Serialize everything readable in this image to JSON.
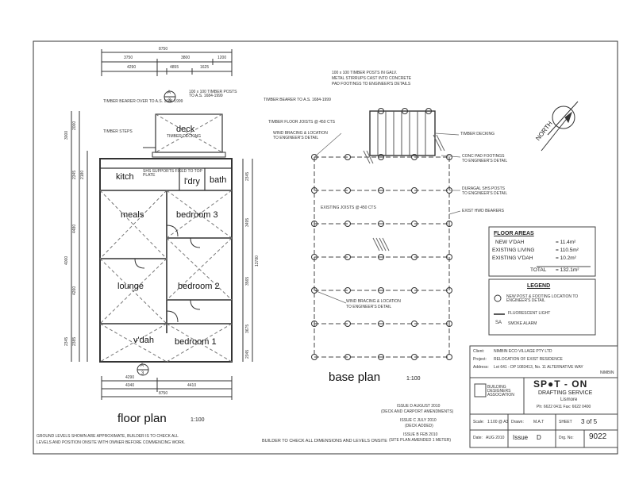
{
  "floor_plan": {
    "title": "floor plan",
    "scale": "1:100",
    "rooms": {
      "deck": "deck",
      "kitch": "kitch",
      "ldry": "l'dry",
      "bath": "bath",
      "meals": "meals",
      "bedroom3": "bedroom 3",
      "lounge": "lounge",
      "bedroom2": "bedroom 2",
      "vdah": "v'dah",
      "bedroom1": "bedroom 1"
    },
    "top_dims": {
      "overall": "8750",
      "a": "3750",
      "b": "3800",
      "c": "1200",
      "d": "4290",
      "e": "4855",
      "f": "1625"
    },
    "bottom_dims": {
      "a": "4290",
      "b": "4340",
      "c": "4410",
      "overall": "8750"
    },
    "left_dims": [
      "3000",
      "2000",
      "2345",
      "2180",
      "4480",
      "4000",
      "4260",
      "2345",
      "2385"
    ],
    "right_dims": [
      "2345",
      "3495",
      "13780",
      "3565",
      "3675",
      "2345"
    ],
    "section_marker": {
      "letter": "A",
      "num": "3"
    },
    "annotations": {
      "timber_bearer": "TIMBER BEARER OVER TO A.S. 1684-1999",
      "posts": "100 x 100 TIMBER POSTS TO A.S. 1684-1999",
      "timber_steps": "TIMBER STEPS",
      "timber_decking": "TIMBER DECKING",
      "shs_supports": "SHS SUPPORTS FIXED TO TOP PLATE",
      "footnote1": "GROUND LEVELS SHOWN ARE APPROXIMATE, BUILDER IS TO CHECK ALL",
      "footnote2": "LEVELS AND POSITION ONSITE WITH OWNER BEFORE COMMENCING WORK."
    }
  },
  "base_plan": {
    "title": "base plan",
    "scale": "1:100",
    "annotations": {
      "posts_galv": "100 x 100 TIMBER POSTS IN GALV.",
      "stirrups": "METAL STIRRUPS CAST INTO CONCRETE",
      "pad_footings": "PAD FOOTINGS TO ENGINEER'S DETAILS",
      "bearer": "TIMBER BEARER TO A.S. 1684-1999",
      "floor_joists": "TIMBER FLOOR JOISTS @ 450 CTS",
      "wind_bracing": "WIND BRACING & LOCATION",
      "to_engineer": "TO ENGINEER'S DETAIL",
      "timber_decking": "TIMBER DECKING",
      "conc_pad": "CONC PAD FOOTINGS",
      "conc_pad2": "TO ENGINEER'S DETAIL",
      "duragal": "DURAGAL SHS POSTS",
      "duragal2": "TO ENGINEER'S DETAIL",
      "existing_joists": "EXISTING JOISTS @ 450 CTS",
      "exist_bearers": "EXIST HWD BEARERS"
    }
  },
  "north_label": "NORTH",
  "floor_areas": {
    "heading": "FLOOR AREAS",
    "rows": [
      {
        "label": "NEW V'DAH",
        "value": "= 11.4m²"
      },
      {
        "label": "EXISTING LIVING",
        "value": "= 110.5m²"
      },
      {
        "label": "EXISTING V'DAH",
        "value": "= 10.2m²"
      },
      {
        "label": "TOTAL",
        "value": "= 132.1m²"
      }
    ]
  },
  "legend": {
    "heading": "LEGEND",
    "items": [
      {
        "symbol": "circle",
        "text": "NEW POST & FOOTING LOCATION TO ENGINEER'S DETAIL"
      },
      {
        "symbol": "line",
        "text": "FLUORESCENT LIGHT"
      },
      {
        "symbol": "sa",
        "text": "SMOKE ALARM"
      }
    ]
  },
  "title_block": {
    "client_label": "Client:",
    "client": "NIMBIN ECO VILLAGE PTY LTD",
    "project_label": "Project:",
    "project": "RELOCATION OF EXIST RESIDENCE",
    "address_label": "Address:",
    "address": "Lot 641 - DP 1083413, No. 11 ALTERNATIVE WAY",
    "town": "NIMBIN",
    "association": "BUILDING DESIGNERS ASSOCIATION",
    "brand": "SP●T - ON",
    "service": "DRAFTING SERVICE",
    "city": "Lismore",
    "phone": "Ph: 6622 0411  Fax: 6622 0400",
    "scale_label": "Scale:",
    "scale": "1:100 @ A3",
    "drawn_label": "Drawn:",
    "drawn": "M.A.T",
    "sheet_label": "SHEET",
    "sheet": "3 of 5",
    "date_label": "Date:",
    "date": "AUG 2010",
    "issue_label": "Issue",
    "issue": "D",
    "dwg_label": "Drg. No:",
    "dwg": "9022",
    "revisions": [
      {
        "title": "ISSUE D AUGUST 2010",
        "note": "(DECK AND CARPORT AMENDMENTS)"
      },
      {
        "title": "ISSUE C JULY 2010",
        "note": "(DECK ADDED)"
      },
      {
        "title": "ISSUE B FEB 2010",
        "note": "(SITE PLAN AMENDED 1 METER)"
      }
    ]
  },
  "builder_note": "BUILDER TO CHECK ALL DIMENSIONS AND LEVELS ONSITE"
}
